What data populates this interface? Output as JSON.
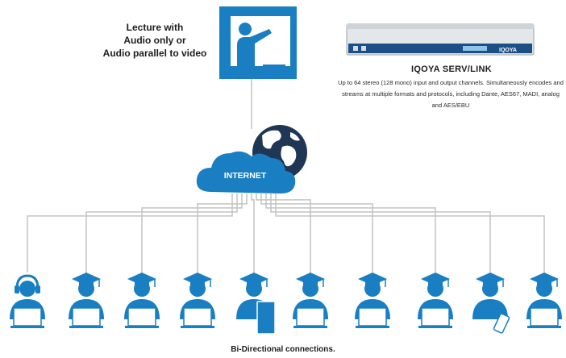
{
  "lecture": {
    "lines": [
      "Lecture with",
      "Audio only or",
      "Audio parallel to video"
    ]
  },
  "server": {
    "title": "IQOYA SERV/LINK",
    "description": "Up to 64 stereo (128 mono) input and output channels. Simultaneously encodes and streams at multiple formats and protocols, including Dante, AES67, MADI, analog and AES/EBU",
    "device_label": "IQOYA"
  },
  "network": {
    "cloud_label": "INTERNET"
  },
  "colors": {
    "blue": "#1a7ec2",
    "globe_dark": "#203655",
    "line_gray": "#c3c3c3",
    "server_silver": "#e4e7ea",
    "server_panel": "#1d4f87"
  },
  "participants": [
    {
      "type": "operator-headset",
      "icon": "headset-user-icon"
    },
    {
      "type": "student-laptop",
      "icon": "graduate-laptop-icon"
    },
    {
      "type": "student-laptop",
      "icon": "graduate-laptop-icon"
    },
    {
      "type": "student-laptop",
      "icon": "graduate-laptop-icon"
    },
    {
      "type": "student-tablet",
      "icon": "graduate-tablet-icon"
    },
    {
      "type": "student-laptop",
      "icon": "graduate-laptop-icon"
    },
    {
      "type": "student-laptop",
      "icon": "graduate-laptop-icon"
    },
    {
      "type": "student-laptop",
      "icon": "graduate-laptop-icon"
    },
    {
      "type": "student-phone",
      "icon": "graduate-phone-icon"
    },
    {
      "type": "student-laptop",
      "icon": "graduate-laptop-icon"
    }
  ],
  "caption": "Bi-Directional connections."
}
